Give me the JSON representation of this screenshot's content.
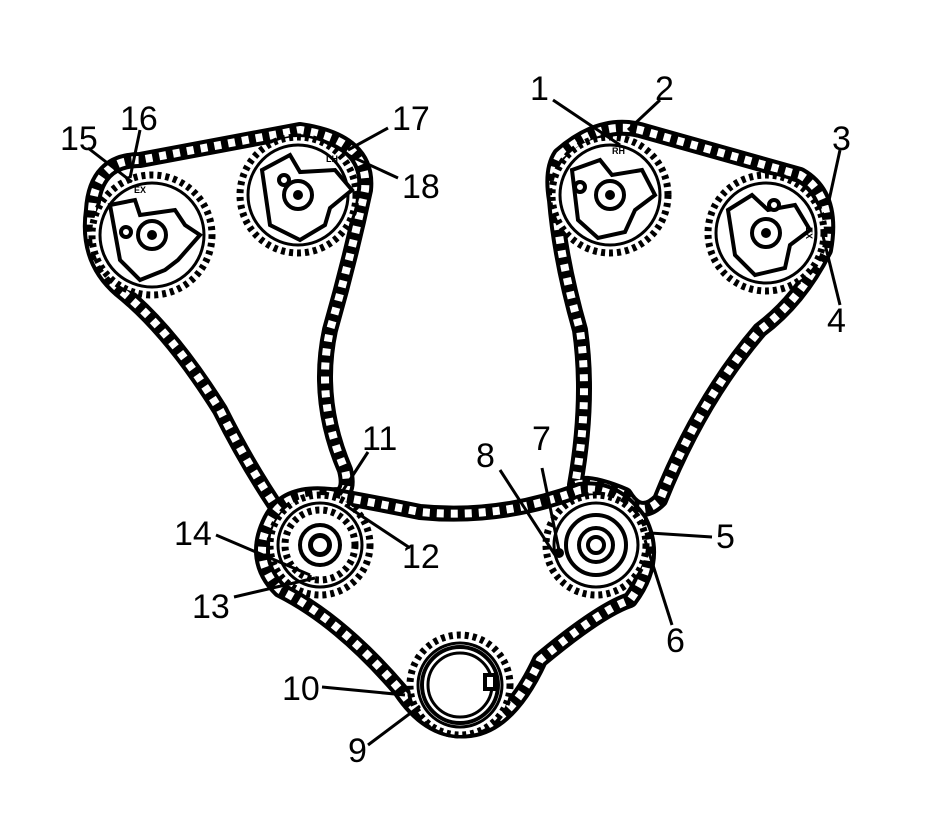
{
  "figure": {
    "callouts": [
      {
        "id": "c1",
        "text": "1"
      },
      {
        "id": "c2",
        "text": "2"
      },
      {
        "id": "c3",
        "text": "3"
      },
      {
        "id": "c4",
        "text": "4"
      },
      {
        "id": "c5",
        "text": "5"
      },
      {
        "id": "c6",
        "text": "6"
      },
      {
        "id": "c7",
        "text": "7"
      },
      {
        "id": "c8",
        "text": "8"
      },
      {
        "id": "c9",
        "text": "9"
      },
      {
        "id": "c10",
        "text": "10"
      },
      {
        "id": "c11",
        "text": "11"
      },
      {
        "id": "c12",
        "text": "12"
      },
      {
        "id": "c13",
        "text": "13"
      },
      {
        "id": "c14",
        "text": "14"
      },
      {
        "id": "c15",
        "text": "15"
      },
      {
        "id": "c16",
        "text": "16"
      },
      {
        "id": "c17",
        "text": "17"
      },
      {
        "id": "c18",
        "text": "18"
      }
    ],
    "colors": {
      "line": "#000000",
      "background": "#ffffff"
    }
  }
}
